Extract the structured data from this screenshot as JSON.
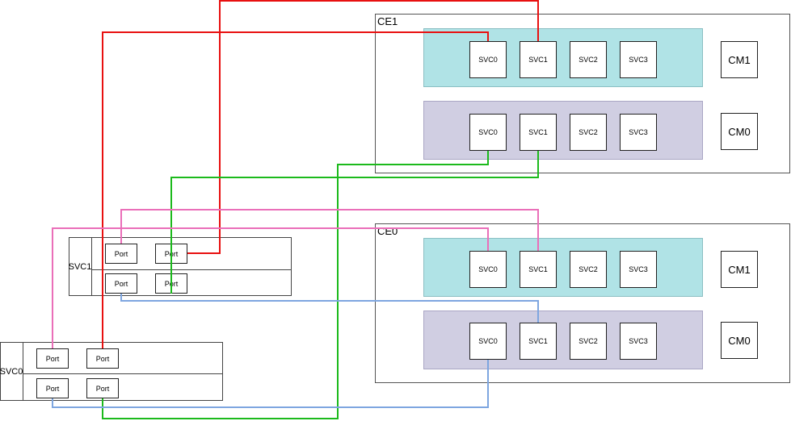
{
  "colors": {
    "red": "#e81010",
    "green": "#1cba1c",
    "pink": "#ea6fb9",
    "blue": "#7ea6e0",
    "teal_band": "#b0e3e6",
    "purple_band": "#d0cee2"
  },
  "enclosures": {
    "ce1": {
      "label": "CE1",
      "top_row": [
        "SVC0",
        "SVC1",
        "SVC2",
        "SVC3"
      ],
      "bottom_row": [
        "SVC0",
        "SVC1",
        "SVC2",
        "SVC3"
      ],
      "cm_top": "CM1",
      "cm_bottom": "CM0"
    },
    "ce0": {
      "label": "CE0",
      "top_row": [
        "SVC0",
        "SVC1",
        "SVC2",
        "SVC3"
      ],
      "bottom_row": [
        "SVC0",
        "SVC1",
        "SVC2",
        "SVC3"
      ],
      "cm_top": "CM1",
      "cm_bottom": "CM0"
    }
  },
  "switches": {
    "svc1": {
      "label": "SVC1",
      "ports": [
        "Port",
        "Port",
        "Port",
        "Port"
      ]
    },
    "svc0": {
      "label": "SVC0",
      "ports": [
        "Port",
        "Port",
        "Port",
        "Port"
      ]
    }
  }
}
